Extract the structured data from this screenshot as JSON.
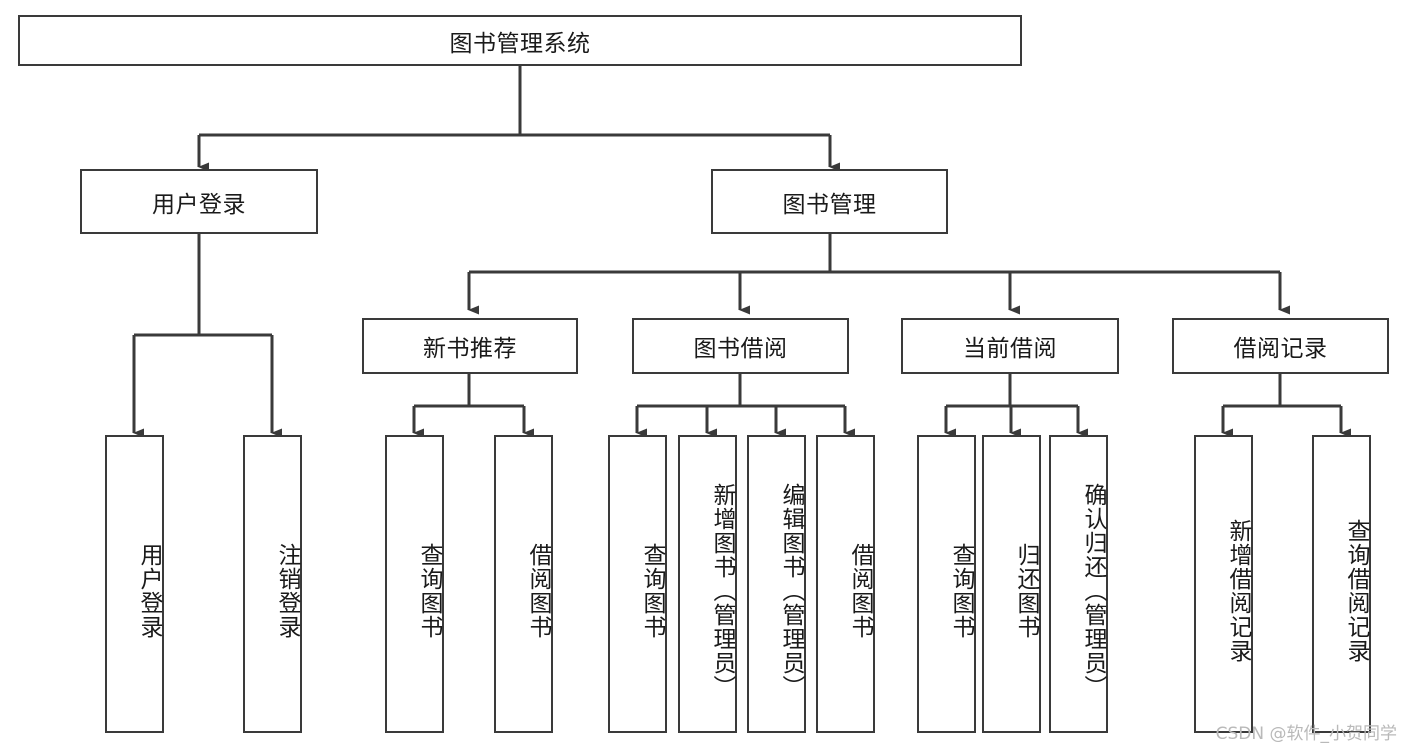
{
  "diagram": {
    "type": "tree",
    "title": "图书管理系统",
    "stroke_color": "#3a3a3a",
    "fill_color": "#ffffff",
    "text_color": "#1a1a1a",
    "nodes": {
      "root": {
        "label": "图书管理系统",
        "orientation": "horizontal"
      },
      "l2": [
        {
          "label": "用户登录",
          "orientation": "horizontal"
        },
        {
          "label": "图书管理",
          "orientation": "horizontal"
        }
      ],
      "l3": [
        {
          "label": "新书推荐",
          "orientation": "horizontal"
        },
        {
          "label": "图书借阅",
          "orientation": "horizontal"
        },
        {
          "label": "当前借阅",
          "orientation": "horizontal"
        },
        {
          "label": "借阅记录",
          "orientation": "horizontal"
        }
      ],
      "leaves_user_login": [
        {
          "label": "用户登录",
          "orientation": "vertical"
        },
        {
          "label": "注销登录",
          "orientation": "vertical"
        }
      ],
      "leaves_new_book": [
        {
          "label": "查询图书",
          "orientation": "vertical"
        },
        {
          "label": "借阅图书",
          "orientation": "vertical"
        }
      ],
      "leaves_book_borrow": [
        {
          "label": "查询图书",
          "orientation": "vertical"
        },
        {
          "label": "新增图书（管理员）",
          "orientation": "vertical"
        },
        {
          "label": "编辑图书（管理员）",
          "orientation": "vertical"
        },
        {
          "label": "借阅图书",
          "orientation": "vertical"
        }
      ],
      "leaves_current_borrow": [
        {
          "label": "查询图书",
          "orientation": "vertical"
        },
        {
          "label": "归还图书",
          "orientation": "vertical"
        },
        {
          "label": "确认归还（管理员）",
          "orientation": "vertical"
        }
      ],
      "leaves_borrow_record": [
        {
          "label": "新增借阅记录",
          "orientation": "vertical"
        },
        {
          "label": "查询借阅记录",
          "orientation": "vertical"
        }
      ]
    }
  },
  "watermark": {
    "text": "CSDN @软件_小贺同学"
  }
}
